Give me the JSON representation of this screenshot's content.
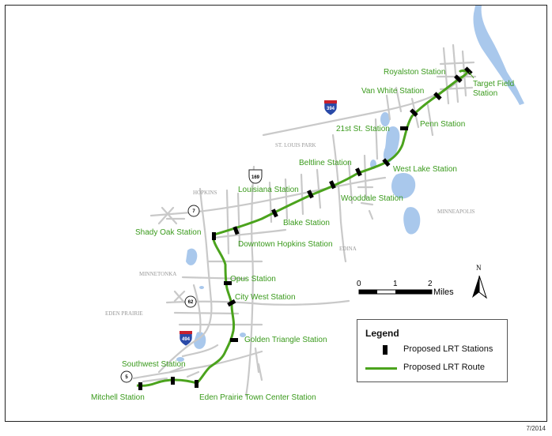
{
  "map": {
    "colors": {
      "route": "#4ba31d",
      "water": "#a9c8ec",
      "roads": "#c9c9c9",
      "station": "#000000",
      "label": "#3a9a1c",
      "place": "#999999"
    },
    "stations": [
      {
        "name": "Royalston Station"
      },
      {
        "name": "Target Field Station"
      },
      {
        "name": "Van White Station"
      },
      {
        "name": "Penn Station"
      },
      {
        "name": "21st St. Station"
      },
      {
        "name": "West Lake Station"
      },
      {
        "name": "Beltline Station"
      },
      {
        "name": "Wooddale Station"
      },
      {
        "name": "Louisiana Station"
      },
      {
        "name": "Blake Station"
      },
      {
        "name": "Shady Oak Station"
      },
      {
        "name": "Downtown Hopkins Station"
      },
      {
        "name": "Opus Station"
      },
      {
        "name": "City West Station"
      },
      {
        "name": "Golden Triangle Station"
      },
      {
        "name": "Southwest Station"
      },
      {
        "name": "Mitchell Station"
      },
      {
        "name": "Eden Prairie Town Center Station"
      }
    ],
    "places": [
      "ST. LOUIS PARK",
      "HOPKINS",
      "MINNEAPOLIS",
      "MINNETONKA",
      "EDEN PRAIRIE",
      "EDINA"
    ],
    "shields": {
      "interstate_394": "394",
      "interstate_494": "494",
      "us_169": "169",
      "state_7": "7",
      "state_62": "62",
      "state_5": "5"
    },
    "scale_bar": {
      "ticks": [
        "0",
        "1",
        "2"
      ],
      "unit": "Miles"
    },
    "north_label": "N",
    "date": "7/2014"
  },
  "legend": {
    "title": "Legend",
    "stations_label": "Proposed LRT Stations",
    "route_label": "Proposed LRT Route"
  }
}
